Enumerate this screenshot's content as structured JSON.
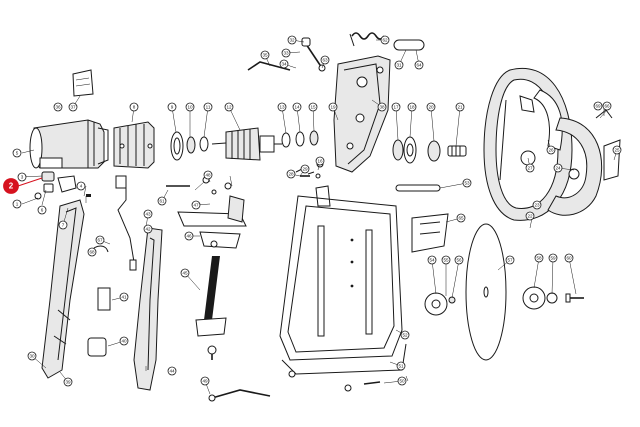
{
  "highlight": {
    "label": "2",
    "color": "#d6121f"
  },
  "callouts": [
    "1",
    "3",
    "4",
    "5",
    "6",
    "7",
    "8",
    "9",
    "10",
    "11",
    "12",
    "13",
    "14",
    "15",
    "16",
    "17",
    "18",
    "19",
    "20",
    "21",
    "22",
    "23",
    "24",
    "25",
    "26",
    "27",
    "28",
    "29",
    "30",
    "31",
    "32",
    "33",
    "34",
    "35",
    "36",
    "37",
    "38",
    "39",
    "40",
    "41",
    "42",
    "43",
    "44",
    "45",
    "46",
    "47",
    "48",
    "49",
    "50",
    "51",
    "52",
    "53",
    "54",
    "55",
    "56",
    "57",
    "58",
    "59",
    "60",
    "61",
    "62",
    "63",
    "64",
    "65",
    "66",
    "67",
    "68",
    "69"
  ]
}
